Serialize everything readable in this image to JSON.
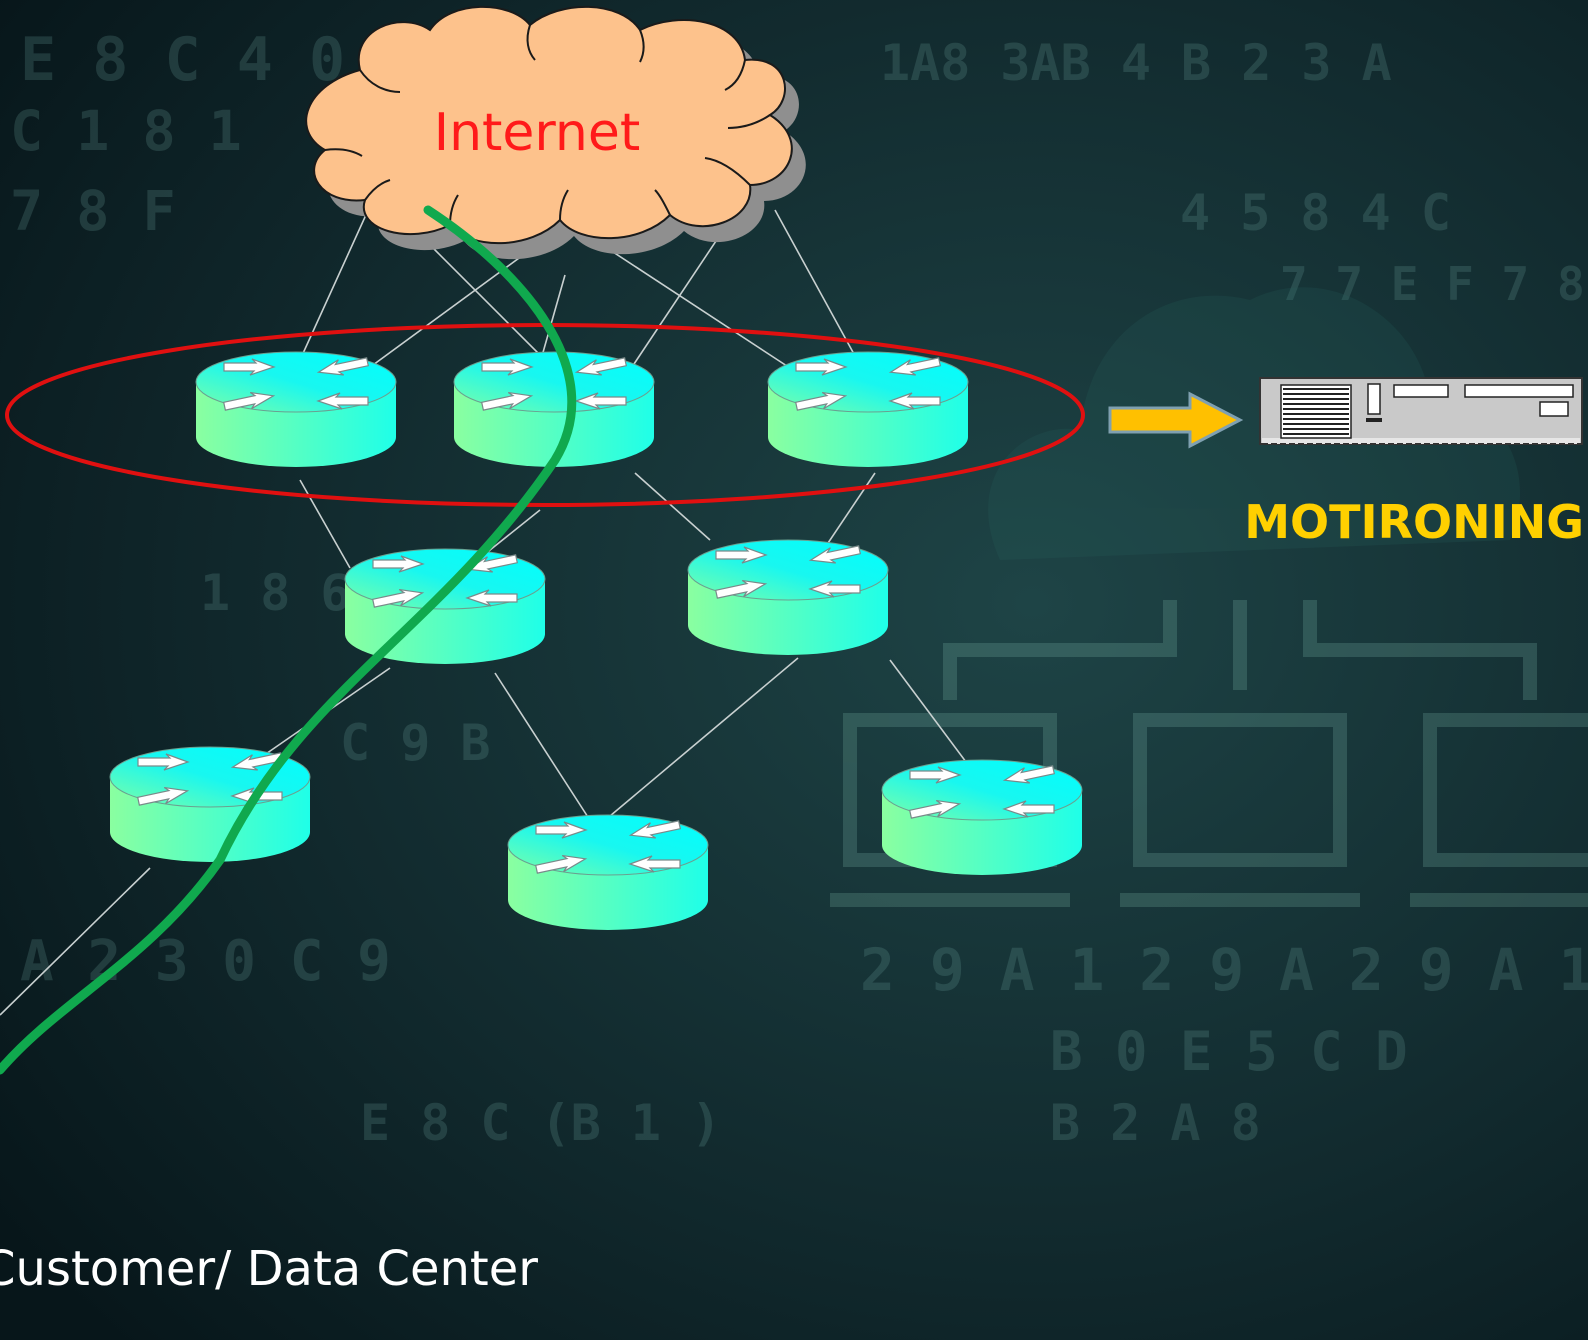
{
  "diagram": {
    "cloud_label": "Internet",
    "monitor_label": "MOTIRONING",
    "customer_label": "Customer/ Data Center",
    "colors": {
      "background": "#0d2327",
      "cloud_fill": "#fdc28c",
      "cloud_label": "#ff1a1a",
      "router_top": "#00ffff",
      "router_side": "#7dffa0",
      "path": "#10a94e",
      "ring": "#e01010",
      "arrow": "#ffc000",
      "monitor_label": "#ffd000",
      "link": "#c8d0d0",
      "customer_label": "#ffffff"
    },
    "icons": [
      "cloud-icon",
      "router-icon",
      "server-icon",
      "arrow-right-icon"
    ]
  }
}
